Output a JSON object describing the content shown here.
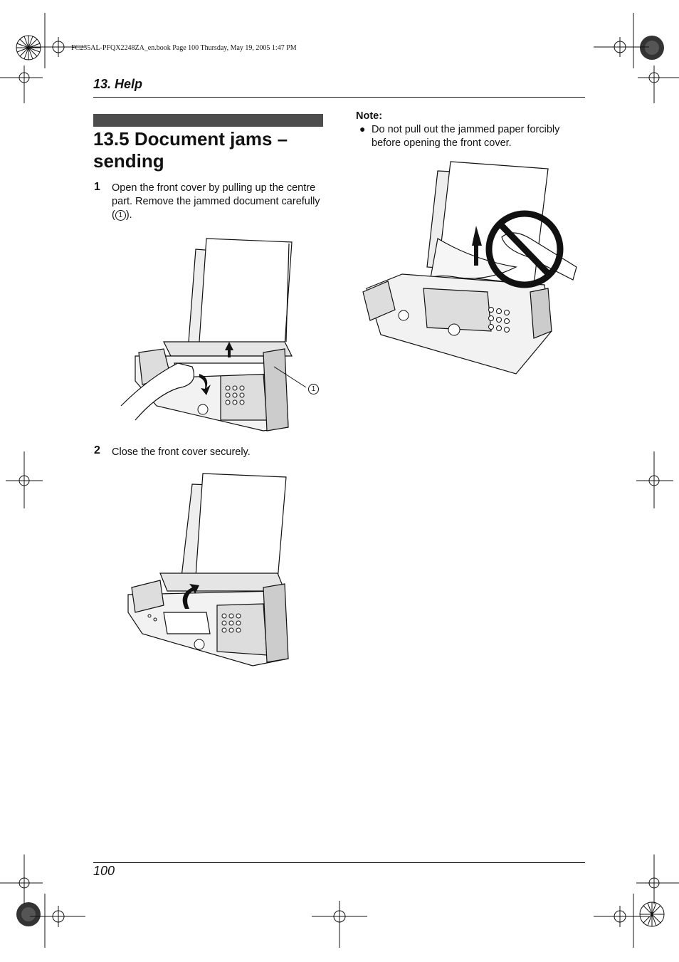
{
  "header": {
    "file_info": "FC235AL-PFQX2248ZA_en.book  Page 100  Thursday, May 19, 2005  1:47 PM",
    "section": "13. Help"
  },
  "title": {
    "line1": "13.5 Document jams –",
    "line2": "sending"
  },
  "steps": [
    {
      "number": "1",
      "text": "Open the front cover by pulling up the centre part. Remove the jammed document carefully (",
      "ref": "1",
      "text_end": ")."
    },
    {
      "number": "2",
      "text": "Close the front cover securely."
    }
  ],
  "callouts": {
    "one": "1"
  },
  "note": {
    "title": "Note:",
    "bullet": "Do not pull out the jammed paper forcibly before opening the front cover."
  },
  "footer": {
    "page_number": "100"
  }
}
